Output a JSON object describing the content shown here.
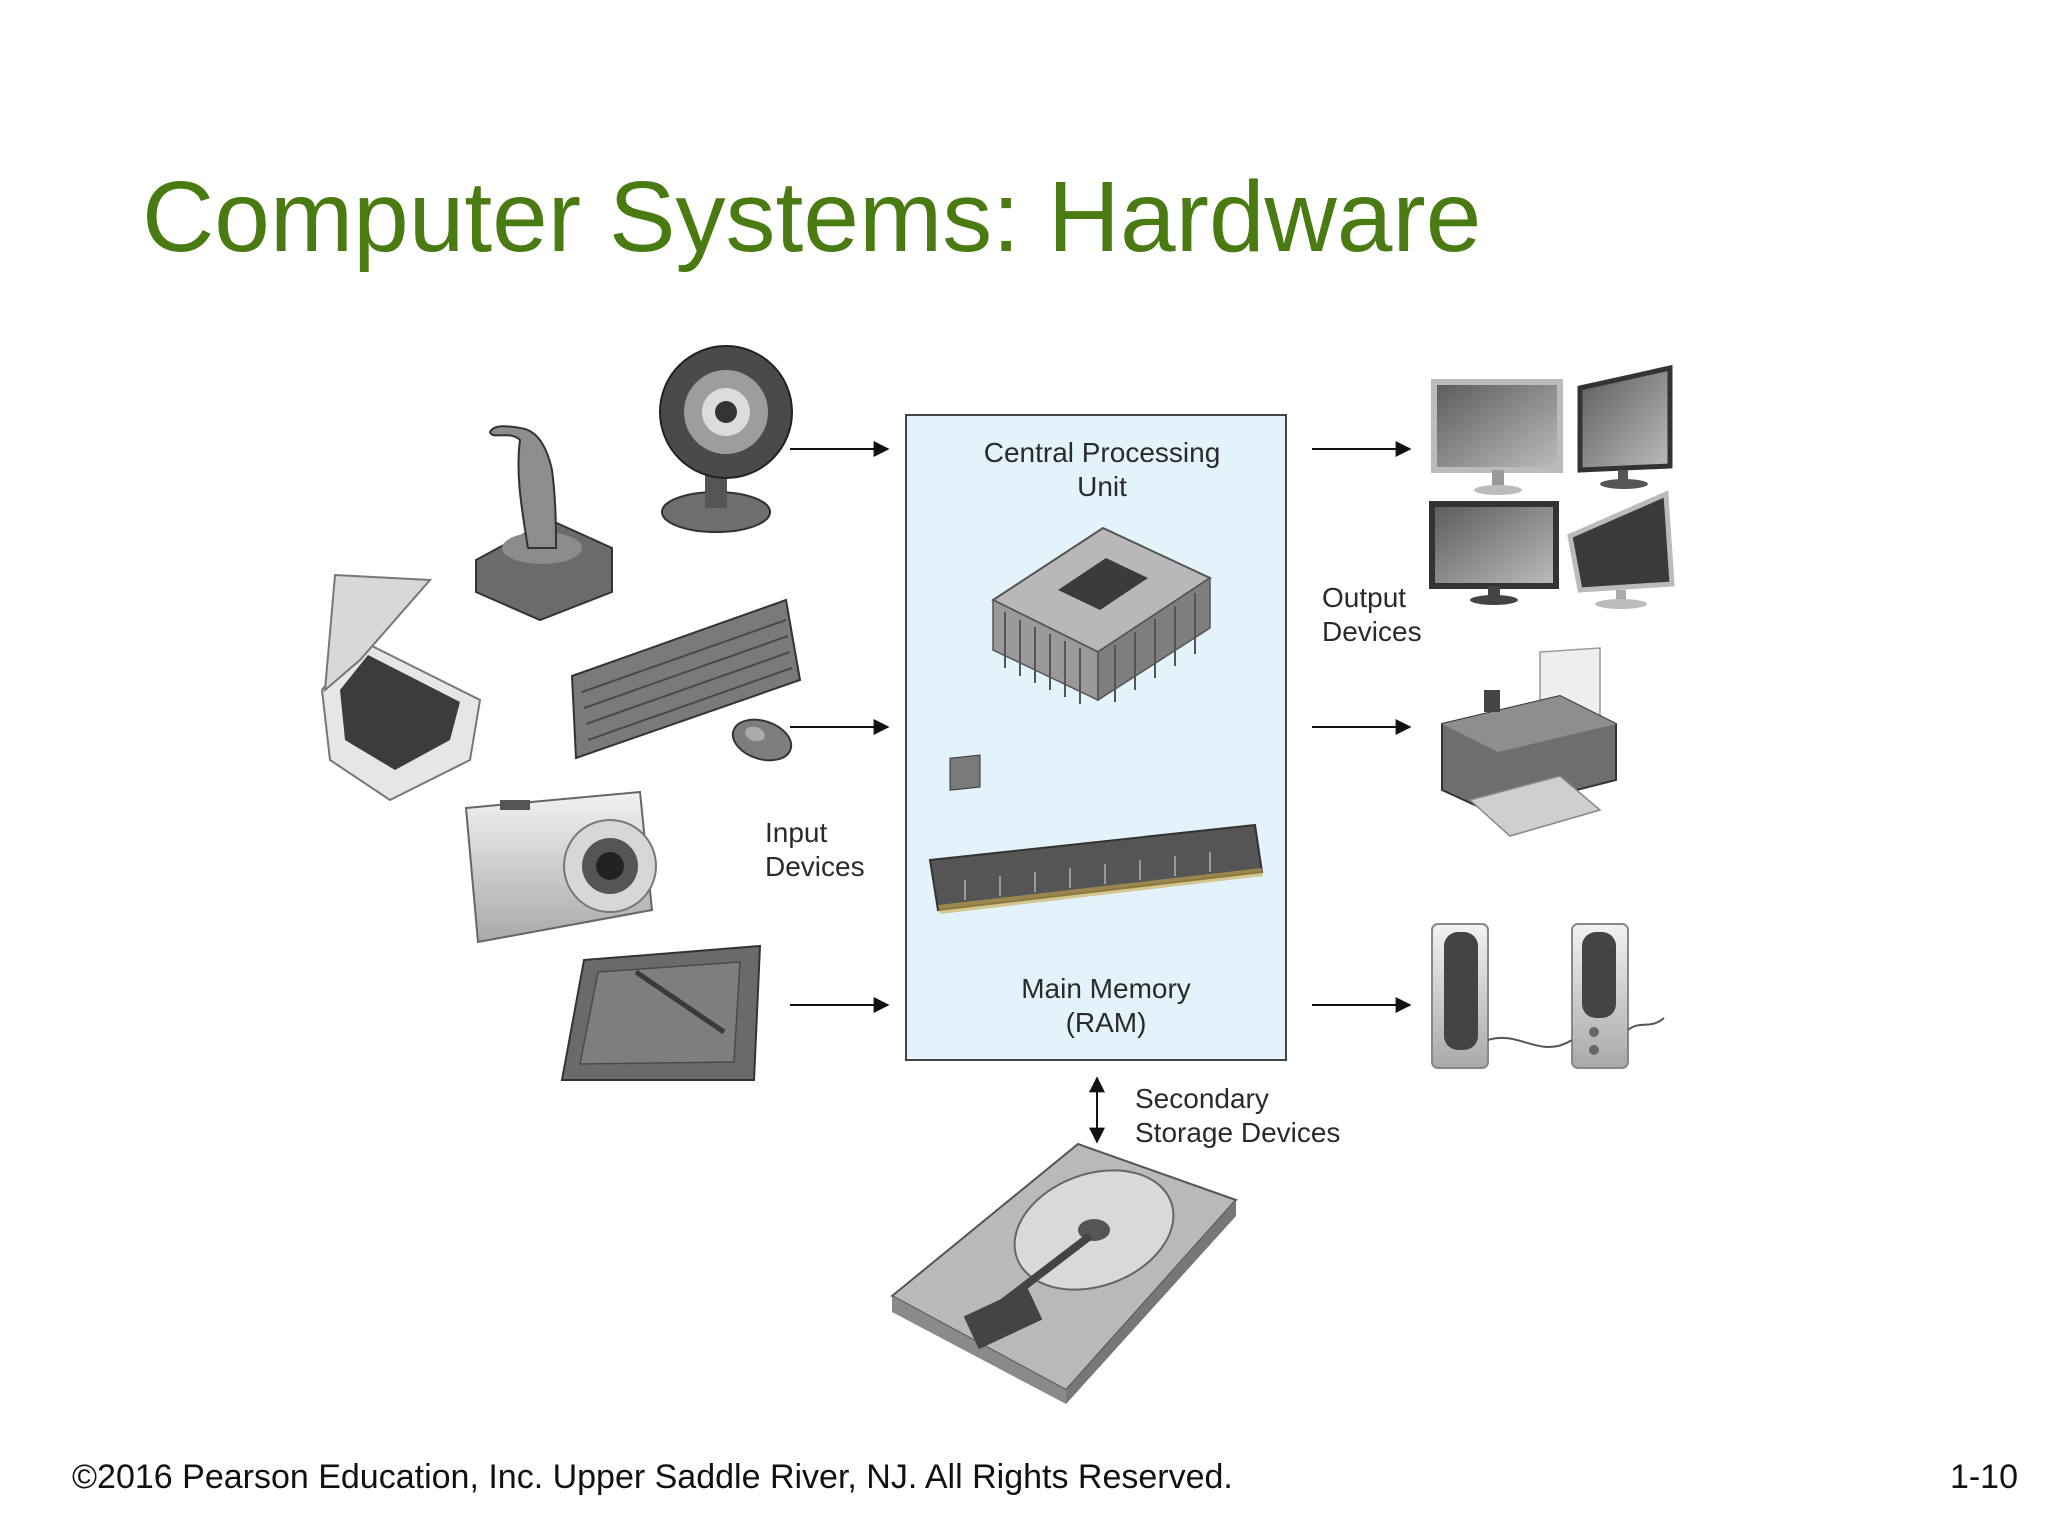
{
  "slide": {
    "title": "Computer Systems: Hardware",
    "copyright": "©2016 Pearson Education, Inc. Upper Saddle River, NJ. All Rights Reserved.",
    "page_number": "1-10"
  },
  "diagram": {
    "cpu_label_line1": "Central Processing",
    "cpu_label_line2": "Unit",
    "memory_label_line1": "Main Memory",
    "memory_label_line2": "(RAM)",
    "input_label_line1": "Input",
    "input_label_line2": "Devices",
    "output_label_line1": "Output",
    "output_label_line2": "Devices",
    "storage_label_line1": "Secondary",
    "storage_label_line2": "Storage Devices",
    "colors": {
      "title": "#4a7a12",
      "cpu_box_fill": "#e3f3fb",
      "device_gray": "#8a8a8a"
    }
  }
}
